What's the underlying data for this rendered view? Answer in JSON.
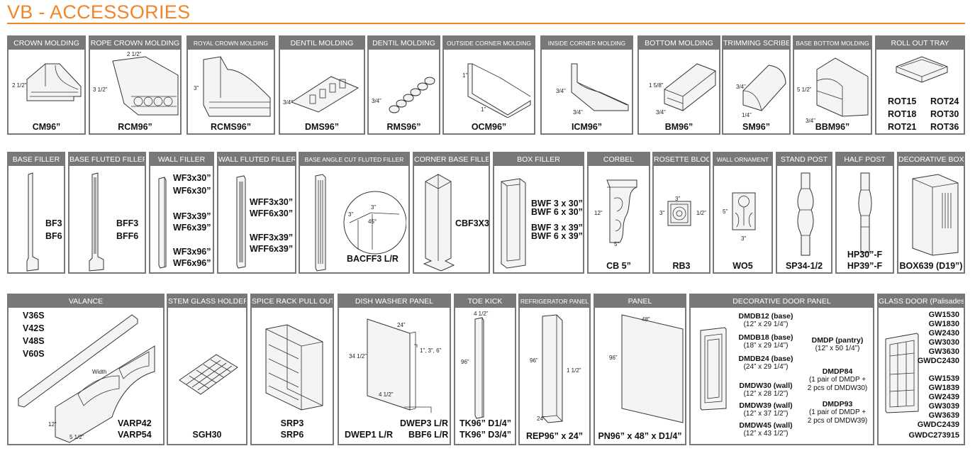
{
  "page_title": "VB - ACCESSORIES",
  "row1": [
    {
      "header": "CROWN MOLDING",
      "codes": [
        "CM96”"
      ],
      "dims": [
        "2 1/2”"
      ],
      "icon": "crown-molding-icon"
    },
    {
      "header": "ROPE CROWN MOLDING",
      "codes": [
        "RCM96”"
      ],
      "dims": [
        "2 1/2”",
        "3 1/2”"
      ],
      "icon": "rope-crown-molding-icon"
    },
    {
      "header": "ROYAL CROWN MOLDING",
      "codes": [
        "RCMS96”"
      ],
      "dims": [
        "3”"
      ],
      "icon": "royal-crown-molding-icon"
    },
    {
      "header": "DENTIL MOLDING",
      "codes": [
        "DMS96”"
      ],
      "dims": [
        "3/4”"
      ],
      "icon": "dentil-molding-icon"
    },
    {
      "header": "DENTIL MOLDING",
      "codes": [
        "RMS96”"
      ],
      "dims": [
        "3/4”"
      ],
      "icon": "rope-dentil-molding-icon"
    },
    {
      "header": "OUTSIDE CORNER MOLDING",
      "codes": [
        "OCM96”"
      ],
      "dims": [
        "1”",
        "1”"
      ],
      "icon": "outside-corner-molding-icon"
    },
    {
      "header": "INSIDE CORNER MOLDING",
      "codes": [
        "ICM96”"
      ],
      "dims": [
        "3/4”",
        "3/4”"
      ],
      "icon": "inside-corner-molding-icon"
    },
    {
      "header": "BOTTOM MOLDING",
      "codes": [
        "BM96”"
      ],
      "dims": [
        "1 5/8”",
        "3/4”"
      ],
      "icon": "bottom-molding-icon"
    },
    {
      "header": "TRIMMING SCRIBE",
      "codes": [
        "SM96”"
      ],
      "dims": [
        "3/4”",
        "1/4”"
      ],
      "icon": "trimming-scribe-icon"
    },
    {
      "header": "BASE BOTTOM MOLDING",
      "codes": [
        "BBM96”"
      ],
      "dims": [
        "5 1/2”",
        "3/4”"
      ],
      "icon": "base-bottom-molding-icon"
    },
    {
      "header": "ROLL OUT TRAY",
      "codes": [
        "ROT15",
        "ROT24",
        "ROT18",
        "ROT30",
        "ROT21",
        "ROT36"
      ],
      "dims": [],
      "icon": "roll-out-tray-icon"
    }
  ],
  "row2": [
    {
      "header": "BASE FILLER",
      "codes": [
        "BF3",
        "BF6"
      ],
      "icon": "base-filler-icon"
    },
    {
      "header": "BASE FLUTED FILLER",
      "codes": [
        "BFF3",
        "BFF6"
      ],
      "icon": "base-fluted-filler-icon"
    },
    {
      "header": "WALL FILLER",
      "codes": [
        "WF3x30”",
        "WF6x30”",
        "WF3x39”",
        "WF6x39”",
        "WF3x96”",
        "WF6x96”"
      ],
      "icon": "wall-filler-icon"
    },
    {
      "header": "WALL FLUTED FILLER",
      "codes": [
        "WFF3x30”",
        "WFF6x30”",
        "WFF3x39”",
        "WFF6x39”"
      ],
      "icon": "wall-fluted-filler-icon"
    },
    {
      "header": "BASE ANGLE CUT FLUTED FILLER",
      "codes": [
        "BACFF3 L/R"
      ],
      "dims": [
        "3”",
        "3”",
        "45°"
      ],
      "icon": "angle-cut-filler-icon"
    },
    {
      "header": "CORNER BASE FILLER",
      "codes": [
        "CBF3X3"
      ],
      "icon": "corner-base-filler-icon"
    },
    {
      "header": "BOX FILLER",
      "codes": [
        "BWF 3 x 30”",
        "BWF 6 x 30”",
        "BWF 3 x 39”",
        "BWF 6 x 39”"
      ],
      "icon": "box-filler-icon"
    },
    {
      "header": "CORBEL",
      "codes": [
        "CB 5”"
      ],
      "dims": [
        "12”",
        "5”"
      ],
      "icon": "corbel-icon"
    },
    {
      "header": "ROSETTE BLOCK",
      "codes": [
        "RB3"
      ],
      "dims": [
        "3”",
        "3”",
        "1/2”"
      ],
      "icon": "rosette-block-icon"
    },
    {
      "header": "WALL ORNAMENT",
      "codes": [
        "WO5"
      ],
      "dims": [
        "5”",
        "3”"
      ],
      "icon": "wall-ornament-icon"
    },
    {
      "header": "STAND POST",
      "codes": [
        "SP34-1/2"
      ],
      "icon": "stand-post-icon"
    },
    {
      "header": "HALF POST",
      "codes": [
        "HP30”-F",
        "HP39”-F"
      ],
      "icon": "half-post-icon"
    },
    {
      "header": "DECORATIVE BOX",
      "codes": [
        "BOX639 (D19”)"
      ],
      "icon": "decorative-box-icon"
    }
  ],
  "row3": {
    "valance": {
      "header": "VALANCE",
      "codes_top": [
        "V36S",
        "V42S",
        "V48S",
        "V60S"
      ],
      "codes_bottom": [
        "VARP42",
        "VARP54"
      ],
      "dims": [
        "Width",
        "12”",
        "5 1/2”"
      ]
    },
    "stem": {
      "header": "STEM GLASS HOLDER",
      "codes": [
        "SGH30"
      ]
    },
    "spice": {
      "header": "SPICE RACK PULL OUT",
      "codes": [
        "SRP3",
        "SRP6"
      ]
    },
    "dish": {
      "header": "DISH WASHER PANEL",
      "codes": [
        "DWEP3 L/R",
        "DWEP1 L/R",
        "BBF6 L/R"
      ],
      "dims": [
        "24”",
        "34 1/2”",
        "1”, 3”, 6”",
        "4 1/2”"
      ]
    },
    "toe": {
      "header": "TOE KICK",
      "codes": [
        "TK96” D1/4”",
        "TK96” D3/4”"
      ],
      "dims": [
        "4 1/2”",
        "96”"
      ]
    },
    "fridge": {
      "header": "REFRIGERATOR PANEL",
      "codes": [
        "REP96” x 24”"
      ],
      "dims": [
        "96”",
        "1 1/2”",
        "24”"
      ]
    },
    "panel": {
      "header": "PANEL",
      "codes": [
        "PN96” x 48” x D1/4”"
      ],
      "dims": [
        "48”",
        "96”"
      ]
    },
    "ddp": {
      "header": "DECORATIVE DOOR PANEL",
      "left": [
        {
          "code": "DMDB12 (base)",
          "size": "(12” x 29 1/4”)"
        },
        {
          "code": "DMDB18 (base)",
          "size": "(18” x 29 1/4”)"
        },
        {
          "code": "DMDB24 (base)",
          "size": "(24” x 29 1/4”)"
        },
        {
          "code": "DMDW30 (wall)",
          "size": "(12” x 28 1/2”)"
        },
        {
          "code": "DMDW39 (wall)",
          "size": "(12” x 37 1/2”)"
        },
        {
          "code": "DMDW45 (wall)",
          "size": "(12” x 43 1/2”)"
        }
      ],
      "right": [
        {
          "code": "DMDP (pantry)",
          "lines": [
            "(12” x 50 1/4”)"
          ]
        },
        {
          "code": "DMDP84",
          "lines": [
            "(1 pair of DMDP +",
            "2 pcs of DMDW30)"
          ]
        },
        {
          "code": "DMDP93",
          "lines": [
            "(1 pair of DMDP +",
            "2 pcs of DMDW39)"
          ]
        }
      ]
    },
    "glass": {
      "header": "GLASS DOOR (Palisades)",
      "codes": [
        "GW1530",
        "GW1830",
        "GW2430",
        "GW3030",
        "GW3630",
        "GWDC2430",
        "GW1539",
        "GW1839",
        "GW2439",
        "GW3039",
        "GW3639",
        "GWDC2439",
        "GWDC273915"
      ]
    }
  }
}
